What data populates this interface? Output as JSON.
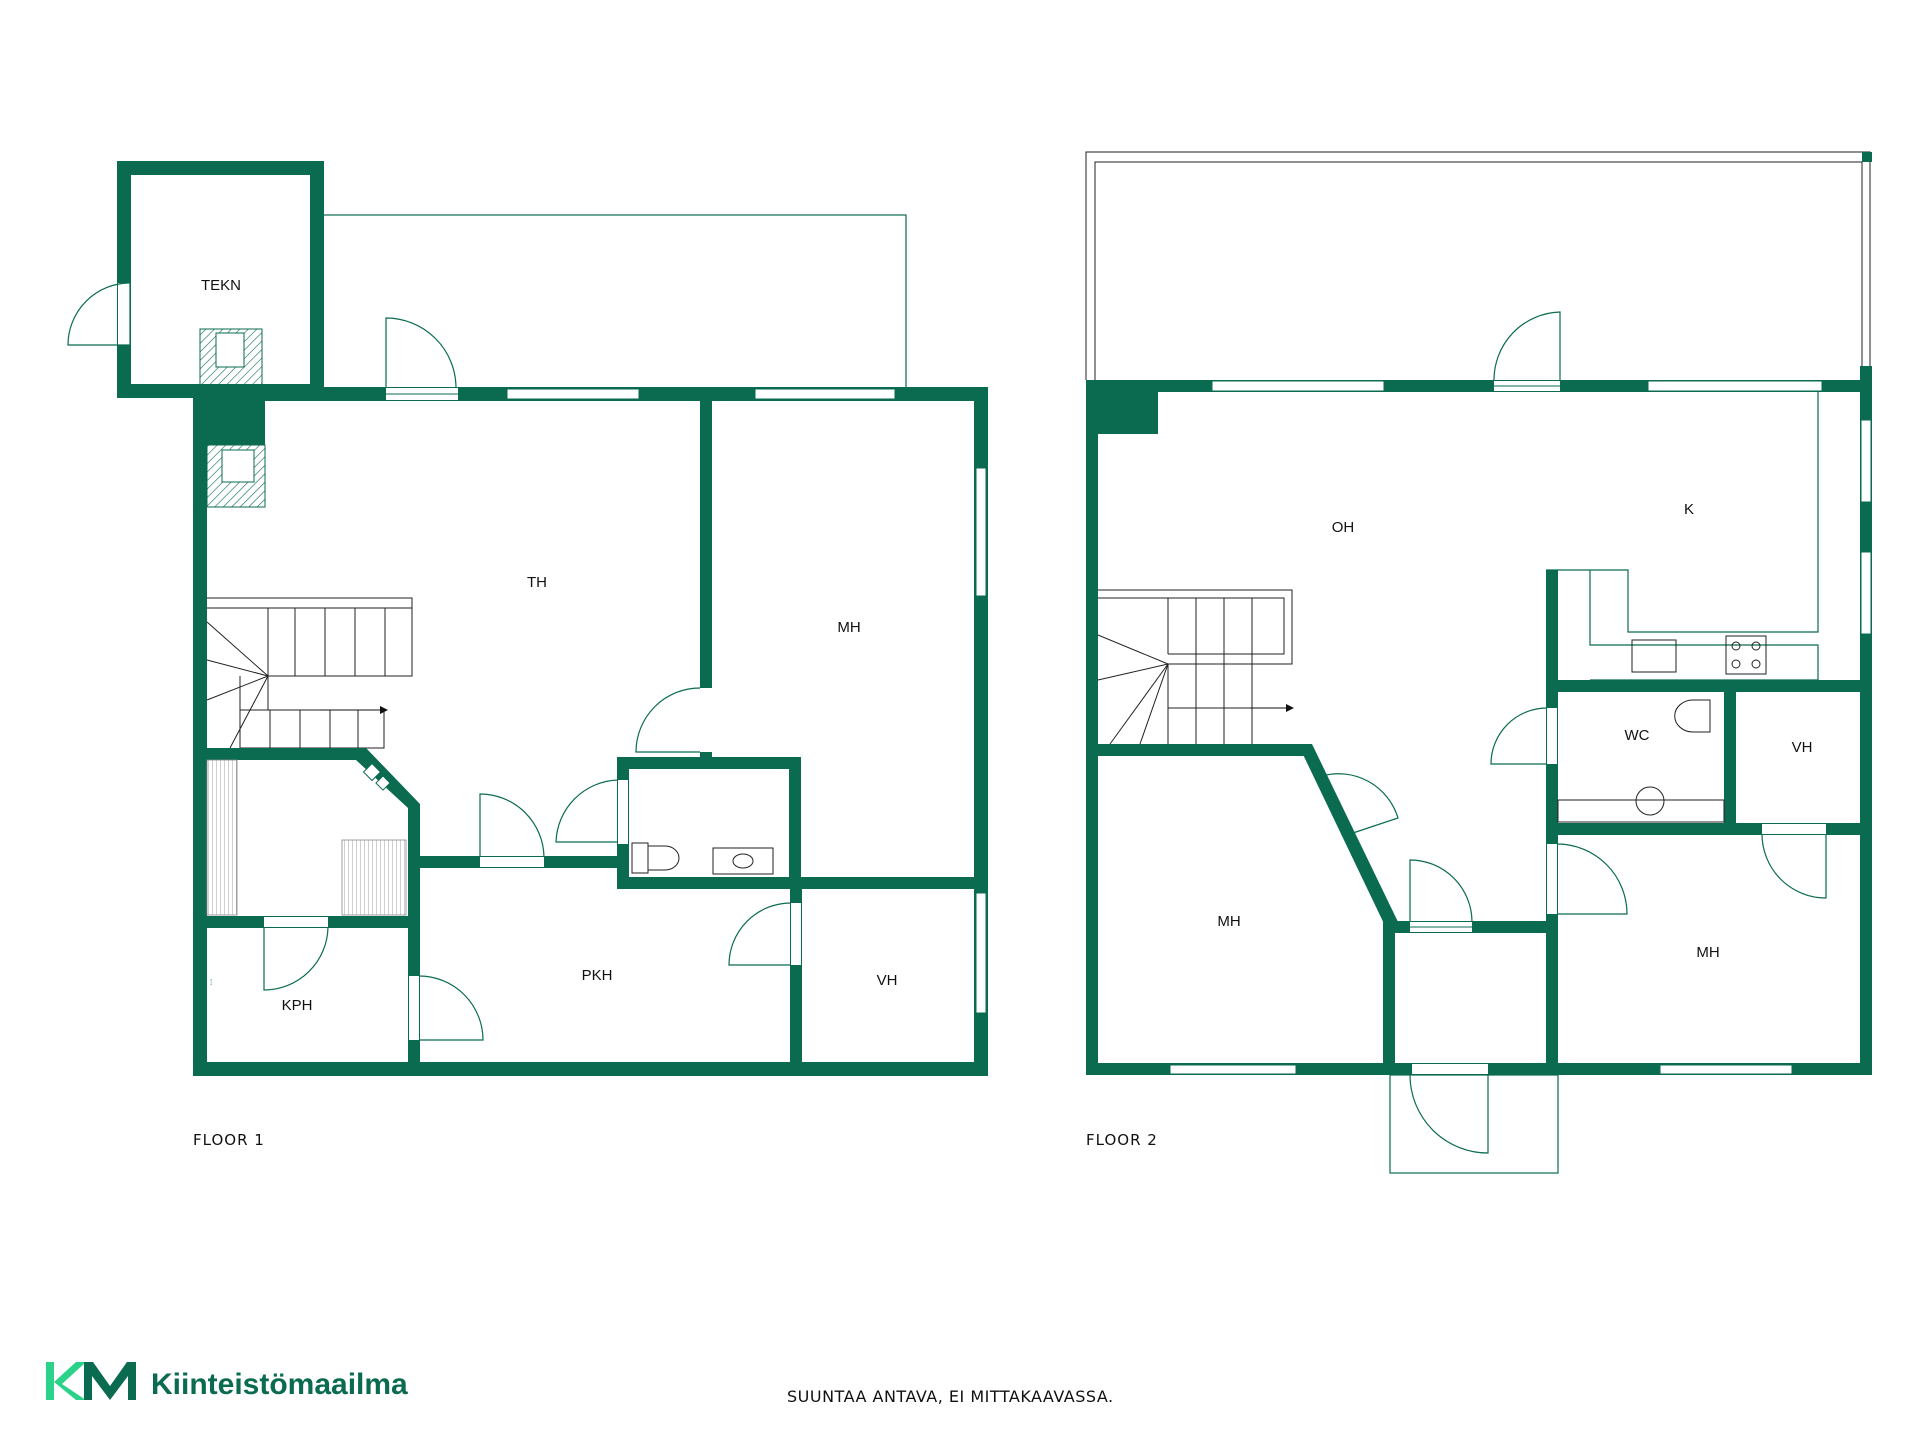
{
  "floors": [
    {
      "label": "FLOOR 1",
      "rooms": {
        "tekn": "TEKN",
        "th": "TH",
        "mh": "MH",
        "kph": "KPH",
        "pkh": "PKH",
        "vh": "VH"
      }
    },
    {
      "label": "FLOOR 2",
      "rooms": {
        "oh": "OH",
        "k": "K",
        "wc": "WC",
        "vh": "VH",
        "mh_left": "MH",
        "mh_right": "MH"
      }
    }
  ],
  "footer": {
    "brand_name": "Kiinteistömaailma",
    "disclaimer": "SUUNTAA ANTAVA, EI MITTAKAAVASSA."
  },
  "colors": {
    "wall": "#0a6b50",
    "brand": "#0a6b50",
    "brand_accent": "#2bd38a"
  }
}
